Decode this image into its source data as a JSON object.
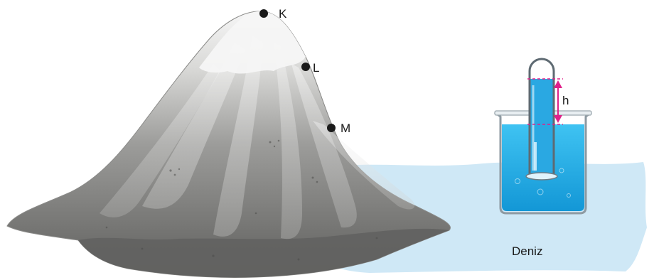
{
  "labels": {
    "point_k": "K",
    "point_l": "L",
    "point_m": "M",
    "height_marker": "h",
    "sea": "Deniz"
  },
  "colors": {
    "sea": "#cfe8f6",
    "water": "#29b4ea",
    "mountain_dark": "#6e6e6c",
    "mountain_light": "#f4f4f4",
    "marker": "#e0218a",
    "point": "#1a1a1a"
  }
}
